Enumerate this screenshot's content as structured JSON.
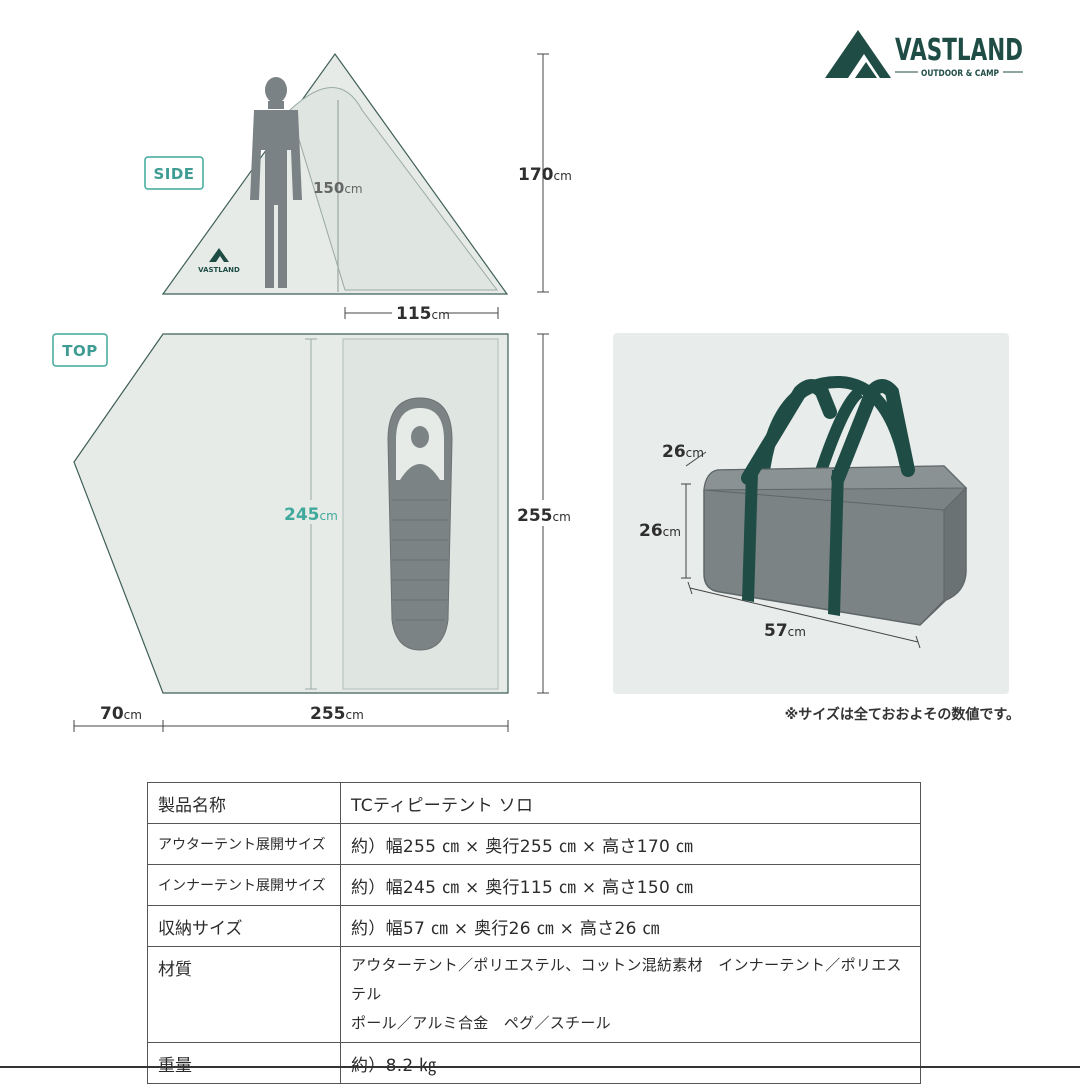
{
  "brand": {
    "name": "VASTLAND",
    "tagline": "OUTDOOR & CAMP",
    "color": "#1f4d46"
  },
  "diagram": {
    "side_tag": "SIDE",
    "top_tag": "TOP",
    "unit": "cm",
    "side_person_height": "150",
    "side_height": "170",
    "side_inner_width": "115",
    "top_inner_depth": "245",
    "top_depth": "255",
    "top_vestibule": "70",
    "top_width": "255",
    "bag_depth": "26",
    "bag_height": "26",
    "bag_width": "57",
    "colors": {
      "accent": "#3fa99c",
      "tent_fill": "#e6ebe7",
      "inner_fill": "#dfe5e1",
      "bag": "#7b8385",
      "strap": "#1f4d46",
      "panel": "#e8ecea"
    }
  },
  "note": "※サイズは全ておおよその数値です。",
  "spec_table": [
    {
      "key": "製品名称",
      "value": "TCティピーテント ソロ"
    },
    {
      "key": "アウターテント展開サイズ",
      "value": "約）幅255 ㎝ × 奥行255 ㎝ × 高さ170 ㎝"
    },
    {
      "key": "インナーテント展開サイズ",
      "value": "約）幅245 ㎝ × 奥行115 ㎝ × 高さ150 ㎝"
    },
    {
      "key": "収納サイズ",
      "value": "約）幅57 ㎝ × 奥行26 ㎝ × 高さ26 ㎝"
    },
    {
      "key": "材質",
      "value_line1": "アウターテント／ポリエステル、コットン混紡素材　インナーテント／ポリエステル",
      "value_line2": "ポール／アルミ合金　ペグ／スチール"
    },
    {
      "key": "重量",
      "value": "約）8.2 ㎏"
    }
  ]
}
